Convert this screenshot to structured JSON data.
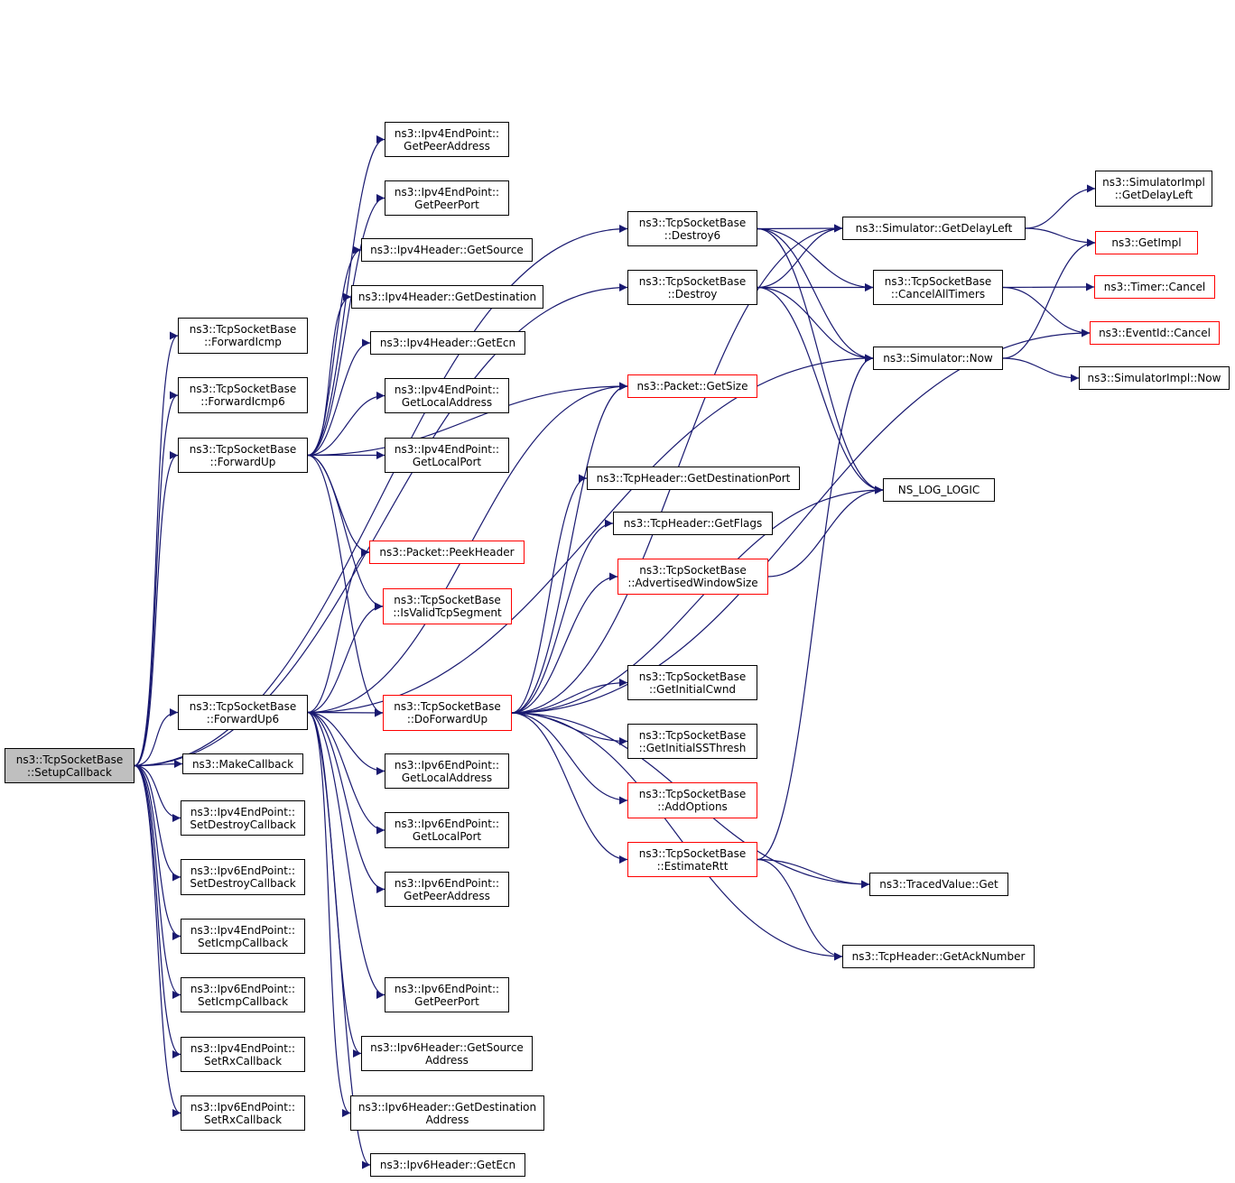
{
  "colors": {
    "edge": "#191970",
    "node_border": "#000000",
    "node_border_incomplete": "#ff0000",
    "root_fill": "#bfbfbf"
  },
  "nodes": {
    "setup_callback": {
      "lines": [
        "ns3::TcpSocketBase",
        "::SetupCallback"
      ],
      "style": "root"
    },
    "forward_icmp": {
      "lines": [
        "ns3::TcpSocketBase",
        "::ForwardIcmp"
      ],
      "style": "normal"
    },
    "forward_icmp6": {
      "lines": [
        "ns3::TcpSocketBase",
        "::ForwardIcmp6"
      ],
      "style": "normal"
    },
    "forward_up": {
      "lines": [
        "ns3::TcpSocketBase",
        "::ForwardUp"
      ],
      "style": "normal"
    },
    "forward_up6": {
      "lines": [
        "ns3::TcpSocketBase",
        "::ForwardUp6"
      ],
      "style": "normal"
    },
    "make_callback": {
      "lines": [
        "ns3::MakeCallback"
      ],
      "style": "normal"
    },
    "ipv4ep_set_destroy": {
      "lines": [
        "ns3::Ipv4EndPoint::",
        "SetDestroyCallback"
      ],
      "style": "normal"
    },
    "ipv6ep_set_destroy": {
      "lines": [
        "ns3::Ipv6EndPoint::",
        "SetDestroyCallback"
      ],
      "style": "normal"
    },
    "ipv4ep_set_icmp": {
      "lines": [
        "ns3::Ipv4EndPoint::",
        "SetIcmpCallback"
      ],
      "style": "normal"
    },
    "ipv6ep_set_icmp": {
      "lines": [
        "ns3::Ipv6EndPoint::",
        "SetIcmpCallback"
      ],
      "style": "normal"
    },
    "ipv4ep_set_rx": {
      "lines": [
        "ns3::Ipv4EndPoint::",
        "SetRxCallback"
      ],
      "style": "normal"
    },
    "ipv6ep_set_rx": {
      "lines": [
        "ns3::Ipv6EndPoint::",
        "SetRxCallback"
      ],
      "style": "normal"
    },
    "ipv4ep_peer_addr": {
      "lines": [
        "ns3::Ipv4EndPoint::",
        "GetPeerAddress"
      ],
      "style": "normal"
    },
    "ipv4ep_peer_port": {
      "lines": [
        "ns3::Ipv4EndPoint::",
        "GetPeerPort"
      ],
      "style": "normal"
    },
    "ipv4h_source": {
      "lines": [
        "ns3::Ipv4Header::GetSource"
      ],
      "style": "normal"
    },
    "ipv4h_dest": {
      "lines": [
        "ns3::Ipv4Header::GetDestination"
      ],
      "style": "normal"
    },
    "ipv4h_ecn": {
      "lines": [
        "ns3::Ipv4Header::GetEcn"
      ],
      "style": "normal"
    },
    "ipv4ep_local_addr": {
      "lines": [
        "ns3::Ipv4EndPoint::",
        "GetLocalAddress"
      ],
      "style": "normal"
    },
    "ipv4ep_local_port": {
      "lines": [
        "ns3::Ipv4EndPoint::",
        "GetLocalPort"
      ],
      "style": "normal"
    },
    "packet_peek_header": {
      "lines": [
        "ns3::Packet::PeekHeader"
      ],
      "style": "incomplete"
    },
    "is_valid_tcp_segment": {
      "lines": [
        "ns3::TcpSocketBase",
        "::IsValidTcpSegment"
      ],
      "style": "incomplete"
    },
    "do_forward_up": {
      "lines": [
        "ns3::TcpSocketBase",
        "::DoForwardUp"
      ],
      "style": "incomplete"
    },
    "ipv6ep_local_addr": {
      "lines": [
        "ns3::Ipv6EndPoint::",
        "GetLocalAddress"
      ],
      "style": "normal"
    },
    "ipv6ep_local_port": {
      "lines": [
        "ns3::Ipv6EndPoint::",
        "GetLocalPort"
      ],
      "style": "normal"
    },
    "ipv6ep_peer_addr": {
      "lines": [
        "ns3::Ipv6EndPoint::",
        "GetPeerAddress"
      ],
      "style": "normal"
    },
    "ipv6ep_peer_port": {
      "lines": [
        "ns3::Ipv6EndPoint::",
        "GetPeerPort"
      ],
      "style": "normal"
    },
    "ipv6h_source": {
      "lines": [
        "ns3::Ipv6Header::GetSource",
        "Address"
      ],
      "style": "normal"
    },
    "ipv6h_dest": {
      "lines": [
        "ns3::Ipv6Header::GetDestination",
        "Address"
      ],
      "style": "normal"
    },
    "ipv6h_ecn": {
      "lines": [
        "ns3::Ipv6Header::GetEcn"
      ],
      "style": "normal"
    },
    "destroy6": {
      "lines": [
        "ns3::TcpSocketBase",
        "::Destroy6"
      ],
      "style": "normal"
    },
    "destroy": {
      "lines": [
        "ns3::TcpSocketBase",
        "::Destroy"
      ],
      "style": "normal"
    },
    "packet_get_size": {
      "lines": [
        "ns3::Packet::GetSize"
      ],
      "style": "incomplete"
    },
    "tcph_dest_port": {
      "lines": [
        "ns3::TcpHeader::GetDestinationPort"
      ],
      "style": "normal"
    },
    "tcph_flags": {
      "lines": [
        "ns3::TcpHeader::GetFlags"
      ],
      "style": "normal"
    },
    "advertised_window": {
      "lines": [
        "ns3::TcpSocketBase",
        "::AdvertisedWindowSize"
      ],
      "style": "incomplete"
    },
    "initial_cwnd": {
      "lines": [
        "ns3::TcpSocketBase",
        "::GetInitialCwnd"
      ],
      "style": "normal"
    },
    "initial_ssthresh": {
      "lines": [
        "ns3::TcpSocketBase",
        "::GetInitialSSThresh"
      ],
      "style": "normal"
    },
    "add_options": {
      "lines": [
        "ns3::TcpSocketBase",
        "::AddOptions"
      ],
      "style": "incomplete"
    },
    "estimate_rtt": {
      "lines": [
        "ns3::TcpSocketBase",
        "::EstimateRtt"
      ],
      "style": "incomplete"
    },
    "sim_get_delay_left": {
      "lines": [
        "ns3::Simulator::GetDelayLeft"
      ],
      "style": "normal"
    },
    "cancel_all_timers": {
      "lines": [
        "ns3::TcpSocketBase",
        "::CancelAllTimers"
      ],
      "style": "normal"
    },
    "sim_now": {
      "lines": [
        "ns3::Simulator::Now"
      ],
      "style": "normal"
    },
    "ns_log_logic": {
      "lines": [
        "NS_LOG_LOGIC"
      ],
      "style": "normal"
    },
    "traced_value_get": {
      "lines": [
        "ns3::TracedValue::Get"
      ],
      "style": "normal"
    },
    "tcph_ack_number": {
      "lines": [
        "ns3::TcpHeader::GetAckNumber"
      ],
      "style": "normal"
    },
    "simimpl_get_delay_left": {
      "lines": [
        "ns3::SimulatorImpl",
        "::GetDelayLeft"
      ],
      "style": "normal"
    },
    "get_impl": {
      "lines": [
        "ns3::GetImpl"
      ],
      "style": "incomplete"
    },
    "timer_cancel": {
      "lines": [
        "ns3::Timer::Cancel"
      ],
      "style": "incomplete"
    },
    "eventid_cancel": {
      "lines": [
        "ns3::EventId::Cancel"
      ],
      "style": "incomplete"
    },
    "simimpl_now": {
      "lines": [
        "ns3::SimulatorImpl::Now"
      ],
      "style": "normal"
    }
  },
  "edges": [
    [
      "setup_callback",
      "forward_icmp"
    ],
    [
      "setup_callback",
      "forward_icmp6"
    ],
    [
      "setup_callback",
      "forward_up"
    ],
    [
      "setup_callback",
      "forward_up6"
    ],
    [
      "setup_callback",
      "make_callback"
    ],
    [
      "setup_callback",
      "ipv4ep_set_destroy"
    ],
    [
      "setup_callback",
      "ipv6ep_set_destroy"
    ],
    [
      "setup_callback",
      "ipv4ep_set_icmp"
    ],
    [
      "setup_callback",
      "ipv6ep_set_icmp"
    ],
    [
      "setup_callback",
      "ipv4ep_set_rx"
    ],
    [
      "setup_callback",
      "ipv6ep_set_rx"
    ],
    [
      "setup_callback",
      "destroy6"
    ],
    [
      "setup_callback",
      "destroy"
    ],
    [
      "forward_up",
      "ipv4ep_peer_addr"
    ],
    [
      "forward_up",
      "ipv4ep_peer_port"
    ],
    [
      "forward_up",
      "ipv4h_source"
    ],
    [
      "forward_up",
      "ipv4h_dest"
    ],
    [
      "forward_up",
      "ipv4h_ecn"
    ],
    [
      "forward_up",
      "ipv4ep_local_addr"
    ],
    [
      "forward_up",
      "ipv4ep_local_port"
    ],
    [
      "forward_up",
      "packet_peek_header"
    ],
    [
      "forward_up",
      "is_valid_tcp_segment"
    ],
    [
      "forward_up",
      "do_forward_up"
    ],
    [
      "forward_up",
      "packet_get_size"
    ],
    [
      "forward_up6",
      "packet_peek_header"
    ],
    [
      "forward_up6",
      "is_valid_tcp_segment"
    ],
    [
      "forward_up6",
      "do_forward_up"
    ],
    [
      "forward_up6",
      "ipv6ep_local_addr"
    ],
    [
      "forward_up6",
      "ipv6ep_local_port"
    ],
    [
      "forward_up6",
      "ipv6ep_peer_addr"
    ],
    [
      "forward_up6",
      "ipv6ep_peer_port"
    ],
    [
      "forward_up6",
      "ipv6h_source"
    ],
    [
      "forward_up6",
      "ipv6h_dest"
    ],
    [
      "forward_up6",
      "ipv6h_ecn"
    ],
    [
      "forward_up6",
      "sim_now"
    ],
    [
      "forward_up6",
      "packet_get_size"
    ],
    [
      "do_forward_up",
      "packet_get_size"
    ],
    [
      "do_forward_up",
      "tcph_dest_port"
    ],
    [
      "do_forward_up",
      "tcph_flags"
    ],
    [
      "do_forward_up",
      "advertised_window"
    ],
    [
      "do_forward_up",
      "initial_cwnd"
    ],
    [
      "do_forward_up",
      "initial_ssthresh"
    ],
    [
      "do_forward_up",
      "add_options"
    ],
    [
      "do_forward_up",
      "estimate_rtt"
    ],
    [
      "do_forward_up",
      "ns_log_logic"
    ],
    [
      "do_forward_up",
      "sim_get_delay_left"
    ],
    [
      "do_forward_up",
      "traced_value_get"
    ],
    [
      "do_forward_up",
      "tcph_ack_number"
    ],
    [
      "do_forward_up",
      "eventid_cancel"
    ],
    [
      "destroy6",
      "sim_get_delay_left"
    ],
    [
      "destroy6",
      "cancel_all_timers"
    ],
    [
      "destroy6",
      "sim_now"
    ],
    [
      "destroy6",
      "ns_log_logic"
    ],
    [
      "destroy",
      "sim_get_delay_left"
    ],
    [
      "destroy",
      "cancel_all_timers"
    ],
    [
      "destroy",
      "sim_now"
    ],
    [
      "destroy",
      "ns_log_logic"
    ],
    [
      "advertised_window",
      "ns_log_logic"
    ],
    [
      "estimate_rtt",
      "sim_now"
    ],
    [
      "estimate_rtt",
      "traced_value_get"
    ],
    [
      "estimate_rtt",
      "tcph_ack_number"
    ],
    [
      "sim_get_delay_left",
      "simimpl_get_delay_left"
    ],
    [
      "sim_get_delay_left",
      "get_impl"
    ],
    [
      "cancel_all_timers",
      "timer_cancel"
    ],
    [
      "cancel_all_timers",
      "eventid_cancel"
    ],
    [
      "sim_now",
      "get_impl"
    ],
    [
      "sim_now",
      "simimpl_now"
    ]
  ]
}
